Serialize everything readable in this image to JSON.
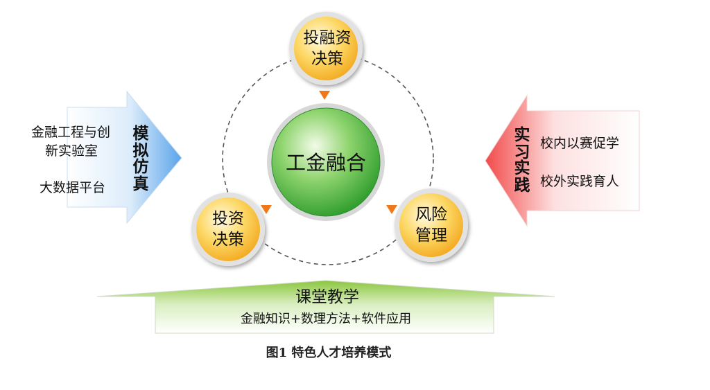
{
  "center_label": "工金融合",
  "top_node": {
    "line1": "投融资",
    "line2": "决策"
  },
  "left_node": {
    "line1": "投资",
    "line2": "决策"
  },
  "right_node": {
    "line1": "风险",
    "line2": "管理"
  },
  "left_arrow": {
    "title_line1": "模拟",
    "title_line2": "仿真",
    "item1_line1": "金融工程与创",
    "item1_line2": "新实验室",
    "item2": "大数据平台"
  },
  "right_arrow": {
    "title_line1": "实习",
    "title_line2": "实践",
    "item1": "校内以赛促学",
    "item2": "校外实践育人"
  },
  "bottom_arrow": {
    "title": "课堂教学",
    "subtitle": "金融知识+数理方法+软件应用"
  },
  "caption": "图1 特色人才培养模式",
  "colors": {
    "center_green": "#3aa83a",
    "node_orange": "#f5b82e",
    "left_blue": "#6aaeea",
    "right_red": "#f45a5a",
    "bottom_green": "#8cc63e",
    "triangle_orange": "#f07818"
  }
}
